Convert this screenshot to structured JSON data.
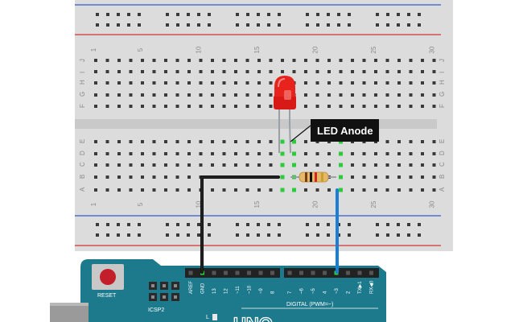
{
  "colors": {
    "board": "#dcdcdc",
    "hole": "#3a3a3a",
    "rail_red": "#d0352f",
    "rail_blue": "#3558c8",
    "arduino": "#1d7a8c",
    "arduino_dark": "#0f5f6d",
    "wire_black": "#111111",
    "wire_blue": "#1a7fd4",
    "led": "#e8221c",
    "highlight": "#2bcc3a",
    "callout_bg": "#111111"
  },
  "breadboard": {
    "column_numbers": [
      "1",
      "5",
      "10",
      "15",
      "20",
      "25",
      "30"
    ],
    "top_row_letters": [
      "J",
      "I",
      "H",
      "G",
      "F"
    ],
    "bottom_row_letters": [
      "E",
      "D",
      "C",
      "B",
      "A"
    ]
  },
  "callout": {
    "text": "LED Anode"
  },
  "arduino": {
    "reset_label": "RESET",
    "icsp_label": "ICSP2",
    "l_label": "L",
    "digital_label": "DIGITAL (PWM=~)",
    "logo_text": "UNO",
    "left_header_pins": [
      "AREF",
      "GND",
      "13",
      "12",
      "~11",
      "~10",
      "~9",
      "8"
    ],
    "right_header_pins": [
      "7",
      "~6",
      "~5",
      "4",
      "~3",
      "2",
      "TX▶1",
      "RX◀0"
    ]
  },
  "icons": {
    "led": "led-red",
    "resistor": "resistor",
    "reset": "push-button"
  }
}
